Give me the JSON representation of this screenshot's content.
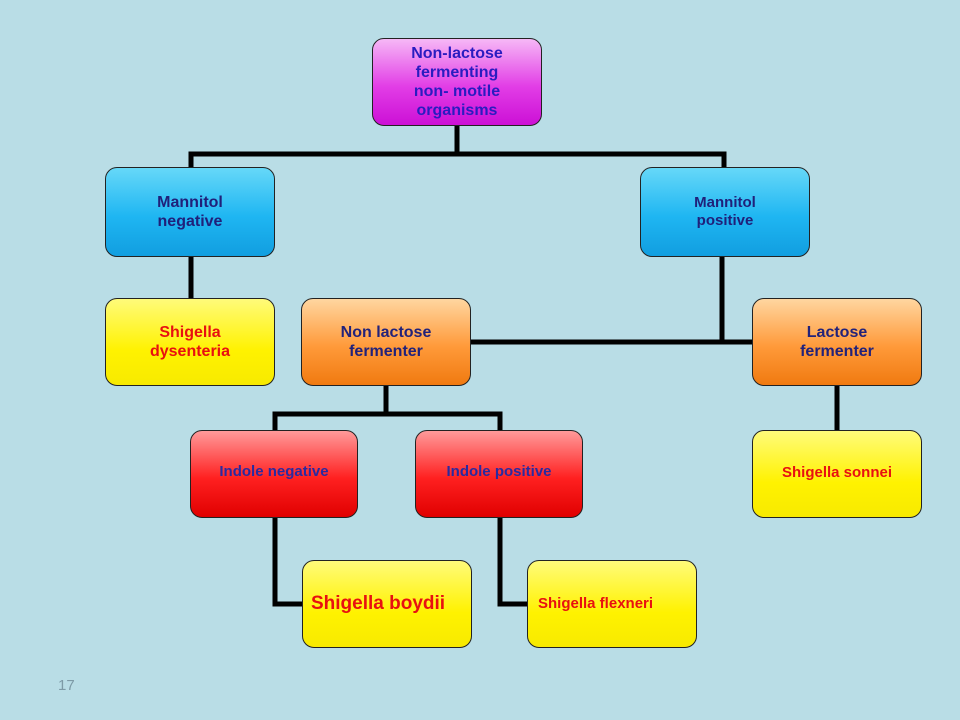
{
  "diagram": {
    "root": "Non-lactose\nfermenting\nnon- motile\norganisms",
    "mannitol_negative": "Mannitol\nnegative",
    "mannitol_positive": "Mannitol\npositive",
    "shigella_dysenteria": "Shigella\ndysenteria",
    "non_lactose_fermenter": "Non lactose\nfermenter",
    "lactose_fermenter": "Lactose\nfermenter",
    "indole_negative": "Indole negative",
    "indole_positive": "Indole positive",
    "shigella_sonnei": "Shigella sonnei",
    "shigella_boydii": "Shigella boydii",
    "shigella_flexneri": "Shigella flexneri",
    "colors": {
      "background": "#b9dde6",
      "connector": "#000000",
      "pink": "#e23ee6",
      "blue": "#1fb6f2",
      "yellow": "#fff200",
      "orange": "#ff9a3a",
      "red": "#ff2020",
      "species_text": "#e81010"
    }
  },
  "footer": {
    "slide_number": "17"
  }
}
